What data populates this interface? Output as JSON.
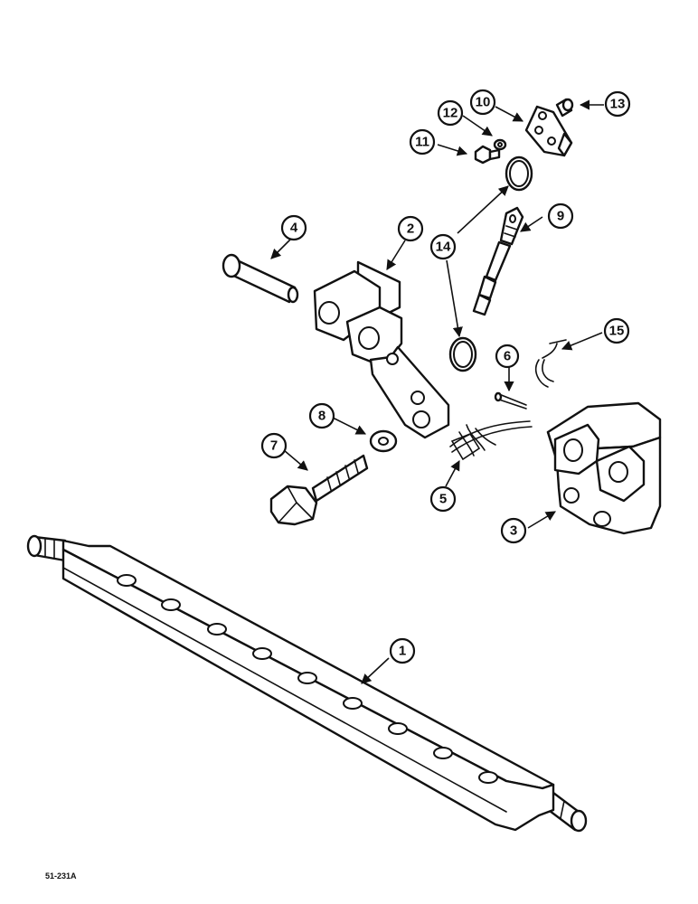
{
  "diagram": {
    "reference_code": "51-231A",
    "callouts": [
      {
        "part": "drawbar",
        "number": "1"
      },
      {
        "part": "bracket-left",
        "number": "2"
      },
      {
        "part": "bracket-right",
        "number": "3"
      },
      {
        "part": "pin",
        "number": "4"
      },
      {
        "part": "chain",
        "number": "5"
      },
      {
        "part": "cotter-pin",
        "number": "6"
      },
      {
        "part": "bolt",
        "number": "7"
      },
      {
        "part": "washer",
        "number": "8"
      },
      {
        "part": "check-chain-link",
        "number": "9"
      },
      {
        "part": "plate",
        "number": "10"
      },
      {
        "part": "screw",
        "number": "11"
      },
      {
        "part": "lock-washer",
        "number": "12"
      },
      {
        "part": "bushing",
        "number": "13"
      },
      {
        "part": "ring",
        "number": "14"
      },
      {
        "part": "lynch-pin",
        "number": "15"
      }
    ]
  }
}
